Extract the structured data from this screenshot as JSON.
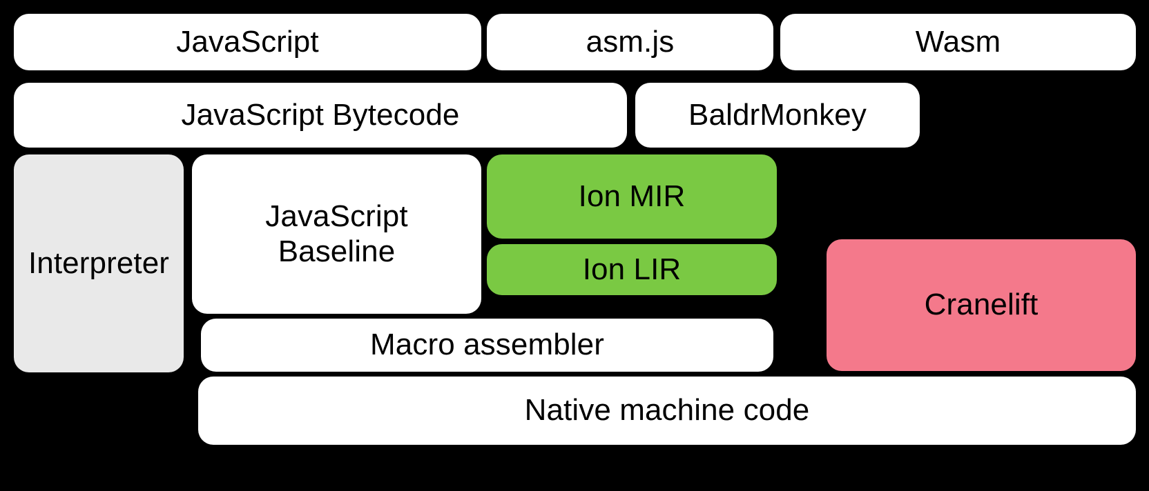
{
  "diagram": {
    "title": "SpiderMonkey compilation pipeline",
    "background_color": "#000000",
    "palette": {
      "white": "#FFFFFF",
      "gray": "#E9E9E9",
      "green": "#7AC943",
      "pink": "#F4798B",
      "text": "#000000"
    },
    "rows": [
      {
        "name": "source-languages",
        "nodes": [
          {
            "id": "javascript",
            "label": "JavaScript",
            "fill": "white"
          },
          {
            "id": "asmjs",
            "label": "asm.js",
            "fill": "white"
          },
          {
            "id": "wasm",
            "label": "Wasm",
            "fill": "white"
          }
        ]
      },
      {
        "name": "front-end-representations",
        "nodes": [
          {
            "id": "javascript-bytecode",
            "label": "JavaScript Bytecode",
            "fill": "white"
          },
          {
            "id": "baldrmonkey",
            "label": "BaldrMonkey",
            "fill": "white"
          }
        ]
      },
      {
        "name": "execution-tiers",
        "nodes": [
          {
            "id": "interpreter",
            "label": "Interpreter",
            "fill": "gray"
          },
          {
            "id": "javascript-baseline",
            "label": "JavaScript\nBaseline",
            "fill": "white"
          },
          {
            "id": "ion-mir",
            "label": "Ion MIR",
            "fill": "green"
          },
          {
            "id": "ion-lir",
            "label": "Ion LIR",
            "fill": "green"
          },
          {
            "id": "cranelift",
            "label": "Cranelift",
            "fill": "pink"
          }
        ]
      },
      {
        "name": "code-emission",
        "nodes": [
          {
            "id": "macro-assembler",
            "label": "Macro assembler",
            "fill": "white"
          },
          {
            "id": "native-machine-code",
            "label": "Native machine code",
            "fill": "white"
          }
        ]
      }
    ]
  },
  "nodes": {
    "javascript": "JavaScript",
    "asmjs": "asm.js",
    "wasm": "Wasm",
    "javascript_bytecode": "JavaScript Bytecode",
    "baldrmonkey": "BaldrMonkey",
    "interpreter": "Interpreter",
    "javascript_baseline": "JavaScript\nBaseline",
    "ion_mir": "Ion MIR",
    "ion_lir": "Ion LIR",
    "cranelift": "Cranelift",
    "macro_assembler": "Macro assembler",
    "native_machine_code": "Native machine code"
  }
}
